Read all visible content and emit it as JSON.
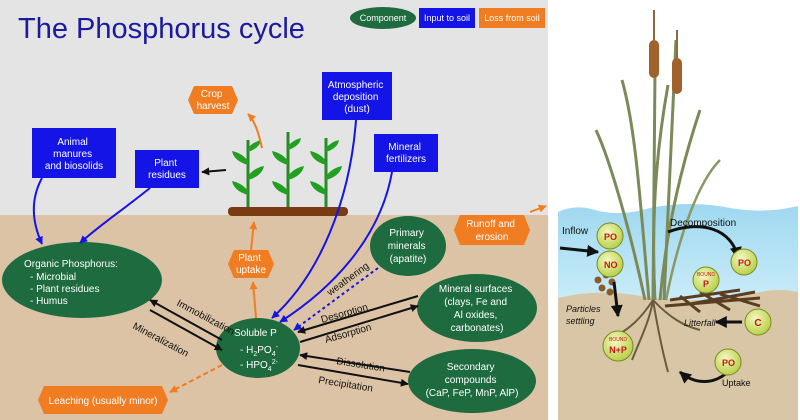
{
  "left_panel": {
    "title": "The Phosphorus cycle",
    "legend": {
      "component": "Component",
      "input": "Input to soil",
      "loss": "Loss from soil"
    },
    "inputs": {
      "animal_manures": [
        "Animal",
        "manures",
        "and biosolids"
      ],
      "plant_residues": [
        "Plant",
        "residues"
      ],
      "atmospheric": [
        "Atmospheric",
        "deposition",
        "(dust)"
      ],
      "mineral_fertilizers": [
        "Mineral",
        "fertilizers"
      ]
    },
    "losses": {
      "crop_harvest": [
        "Crop",
        "harvest"
      ],
      "plant_uptake": [
        "Plant",
        "uptake"
      ],
      "runoff": [
        "Runoff and",
        "erosion"
      ],
      "leaching": "Leaching (usually minor)"
    },
    "components": {
      "organic_p": {
        "title": "Organic Phosphorus:",
        "items": [
          "- Microbial",
          "- Plant residues",
          "- Humus"
        ]
      },
      "soluble_p": {
        "line1": "Soluble P",
        "line2": "- H",
        "line3": "- HPO"
      },
      "primary_minerals": [
        "Primary",
        "minerals",
        "(apatite)"
      ],
      "mineral_surfaces": [
        "Mineral surfaces",
        "(clays, Fe and",
        "Al oxides,",
        "carbonates)"
      ],
      "secondary": [
        "Secondary",
        "compounds",
        "(CaP, FeP, MnP, AlP)"
      ]
    },
    "process_labels": {
      "immobilization": "Immobilization",
      "mineralization": "Mineralization",
      "weathering": "weathering",
      "desorption": "Desorption",
      "adsorption": "Adsorption",
      "dissolution": "Dissolution",
      "precipitation": "Precipitation"
    }
  },
  "right_panel": {
    "inflow": "Inflow",
    "decomposition": "Decomposition",
    "particles_settling": [
      "Particles",
      "settling"
    ],
    "litterfall": "Litterfall",
    "uptake": "Uptake",
    "bubbles": {
      "po4_inflow": "PO",
      "no3": "NO",
      "po4_decomp": "PO",
      "bound_p_top": "BOUND",
      "bound_p_bottom": "P",
      "c": "C",
      "bound_np_top": "BOUND",
      "bound_np_bottom": "N+P",
      "po4_sediment": "PO"
    }
  },
  "colors": {
    "component": "#1e6b3f",
    "input": "#1414e6",
    "loss": "#f07d22",
    "sky": "#e3e3e3",
    "soil": "#dcc3a6",
    "water": "#aee0f3",
    "sediment": "#d8c6a6",
    "title": "#1a1aa0"
  }
}
